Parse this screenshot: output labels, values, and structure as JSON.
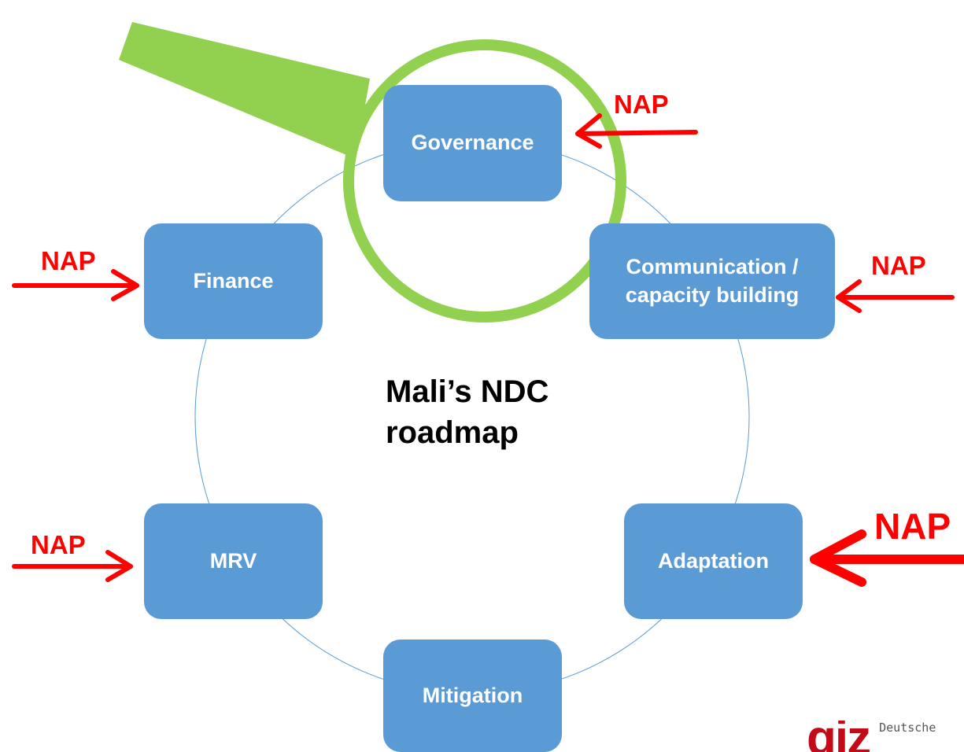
{
  "diagram": {
    "center_title": "Mali’s NDC\nroadmap",
    "nodes": [
      {
        "id": "governance",
        "label": "Governance"
      },
      {
        "id": "communication",
        "label": "Communication /\ncapacity building"
      },
      {
        "id": "adaptation",
        "label": "Adaptation"
      },
      {
        "id": "mitigation",
        "label": "Mitigation"
      },
      {
        "id": "mrv",
        "label": "MRV"
      },
      {
        "id": "finance",
        "label": "Finance"
      }
    ],
    "nap_label": "NAP",
    "nap_arrows": [
      {
        "target": "governance",
        "label": "NAP"
      },
      {
        "target": "communication",
        "label": "NAP"
      },
      {
        "target": "adaptation",
        "label": "NAP"
      },
      {
        "target": "finance",
        "label": "NAP"
      },
      {
        "target": "mrv",
        "label": "NAP"
      }
    ],
    "highlight_icon": "magnifying-glass-icon"
  },
  "colors": {
    "node_fill": "#5b9bd5",
    "node_text": "#ffffff",
    "cycle_line": "#5b9bd5",
    "nap": "#ff0000",
    "magnifier": "#92d050",
    "logo": "#c30a17"
  },
  "logo": {
    "mark": "giz",
    "text": "Deutsche"
  }
}
